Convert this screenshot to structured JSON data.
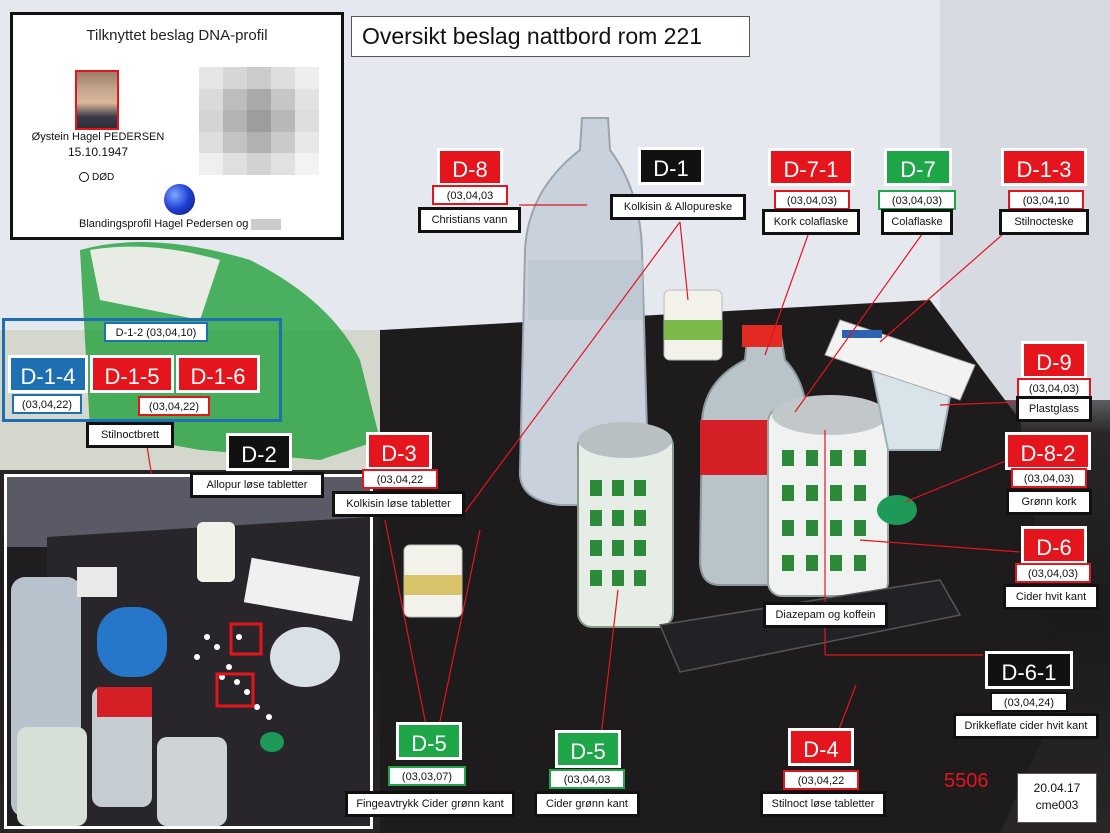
{
  "title": "Oversikt beslag nattbord rom 221",
  "dna_box": {
    "title": "Tilknyttet beslag DNA-profil",
    "name": "Øystein Hagel PEDERSEN",
    "date": "15.10.1947",
    "status": "DØD",
    "mix_label": "Blandingsprofil Hagel Pedersen og"
  },
  "group_d1": {
    "top_label": "D-1-2 (03,04,10)",
    "codes": [
      "D-1-4",
      "D-1-5",
      "D-1-6"
    ],
    "num_left": "(03,04,22)",
    "num_right": "(03,04,22)",
    "label": "Stilnoctbrett"
  },
  "tags": [
    {
      "code": "D-8",
      "color": "red",
      "num": "(03,04,03",
      "num_border": "red",
      "label": "Christians vann"
    },
    {
      "code": "D-1",
      "color": "black",
      "label": "Kolkisin & Allopureske"
    },
    {
      "code": "D-7-1",
      "color": "red",
      "num": "(03,04,03)",
      "num_border": "red",
      "label": "Kork colaflaske"
    },
    {
      "code": "D-7",
      "color": "green",
      "num": "(03,04,03)",
      "num_border": "green",
      "label": "Colaflaske"
    },
    {
      "code": "D-1-3",
      "color": "red",
      "num": "(03,04,10",
      "num_border": "red",
      "label": "Stilnocteske"
    },
    {
      "code": "D-9",
      "color": "red",
      "num": "(03,04,03)",
      "num_border": "red",
      "label": "Plastglass"
    },
    {
      "code": "D-8-2",
      "color": "red",
      "num": "(03,04,03)",
      "num_border": "red",
      "label": "Grønn kork"
    },
    {
      "code": "D-6",
      "color": "red",
      "num": "(03,04,03)",
      "num_border": "red",
      "label": "Cider hvit kant"
    },
    {
      "code": "D-2",
      "color": "black",
      "label": "Allopur løse tabletter"
    },
    {
      "code": "D-3",
      "color": "red",
      "num": "(03,04,22",
      "num_border": "red",
      "label": "Kolkisin løse tabletter"
    },
    {
      "code": "D-6-1",
      "color": "black",
      "num": "(03,04,24)",
      "num_border": "black",
      "label": "Drikkeflate cider hvit kant"
    },
    {
      "code": "D-5",
      "color": "green",
      "num": "(03,03,07)",
      "num_border": "green",
      "label": "Fingeavtrykk Cider grønn kant"
    },
    {
      "code": "D-5",
      "color": "green",
      "num": "(03,04,03",
      "num_border": "green",
      "label": "Cider grønn kant"
    },
    {
      "code": "D-4",
      "color": "red",
      "num": "(03,04,22",
      "num_border": "red",
      "label": "Stilnoct løse tabletter"
    }
  ],
  "diazepam_label": "Diazepam og koffein",
  "photo_number": "5506",
  "stamp": {
    "date": "20.04.17",
    "id": "cme003"
  },
  "colors": {
    "red": "#e4151c",
    "green": "#1fa649",
    "black": "#111111",
    "blue": "#1f6fb3"
  }
}
